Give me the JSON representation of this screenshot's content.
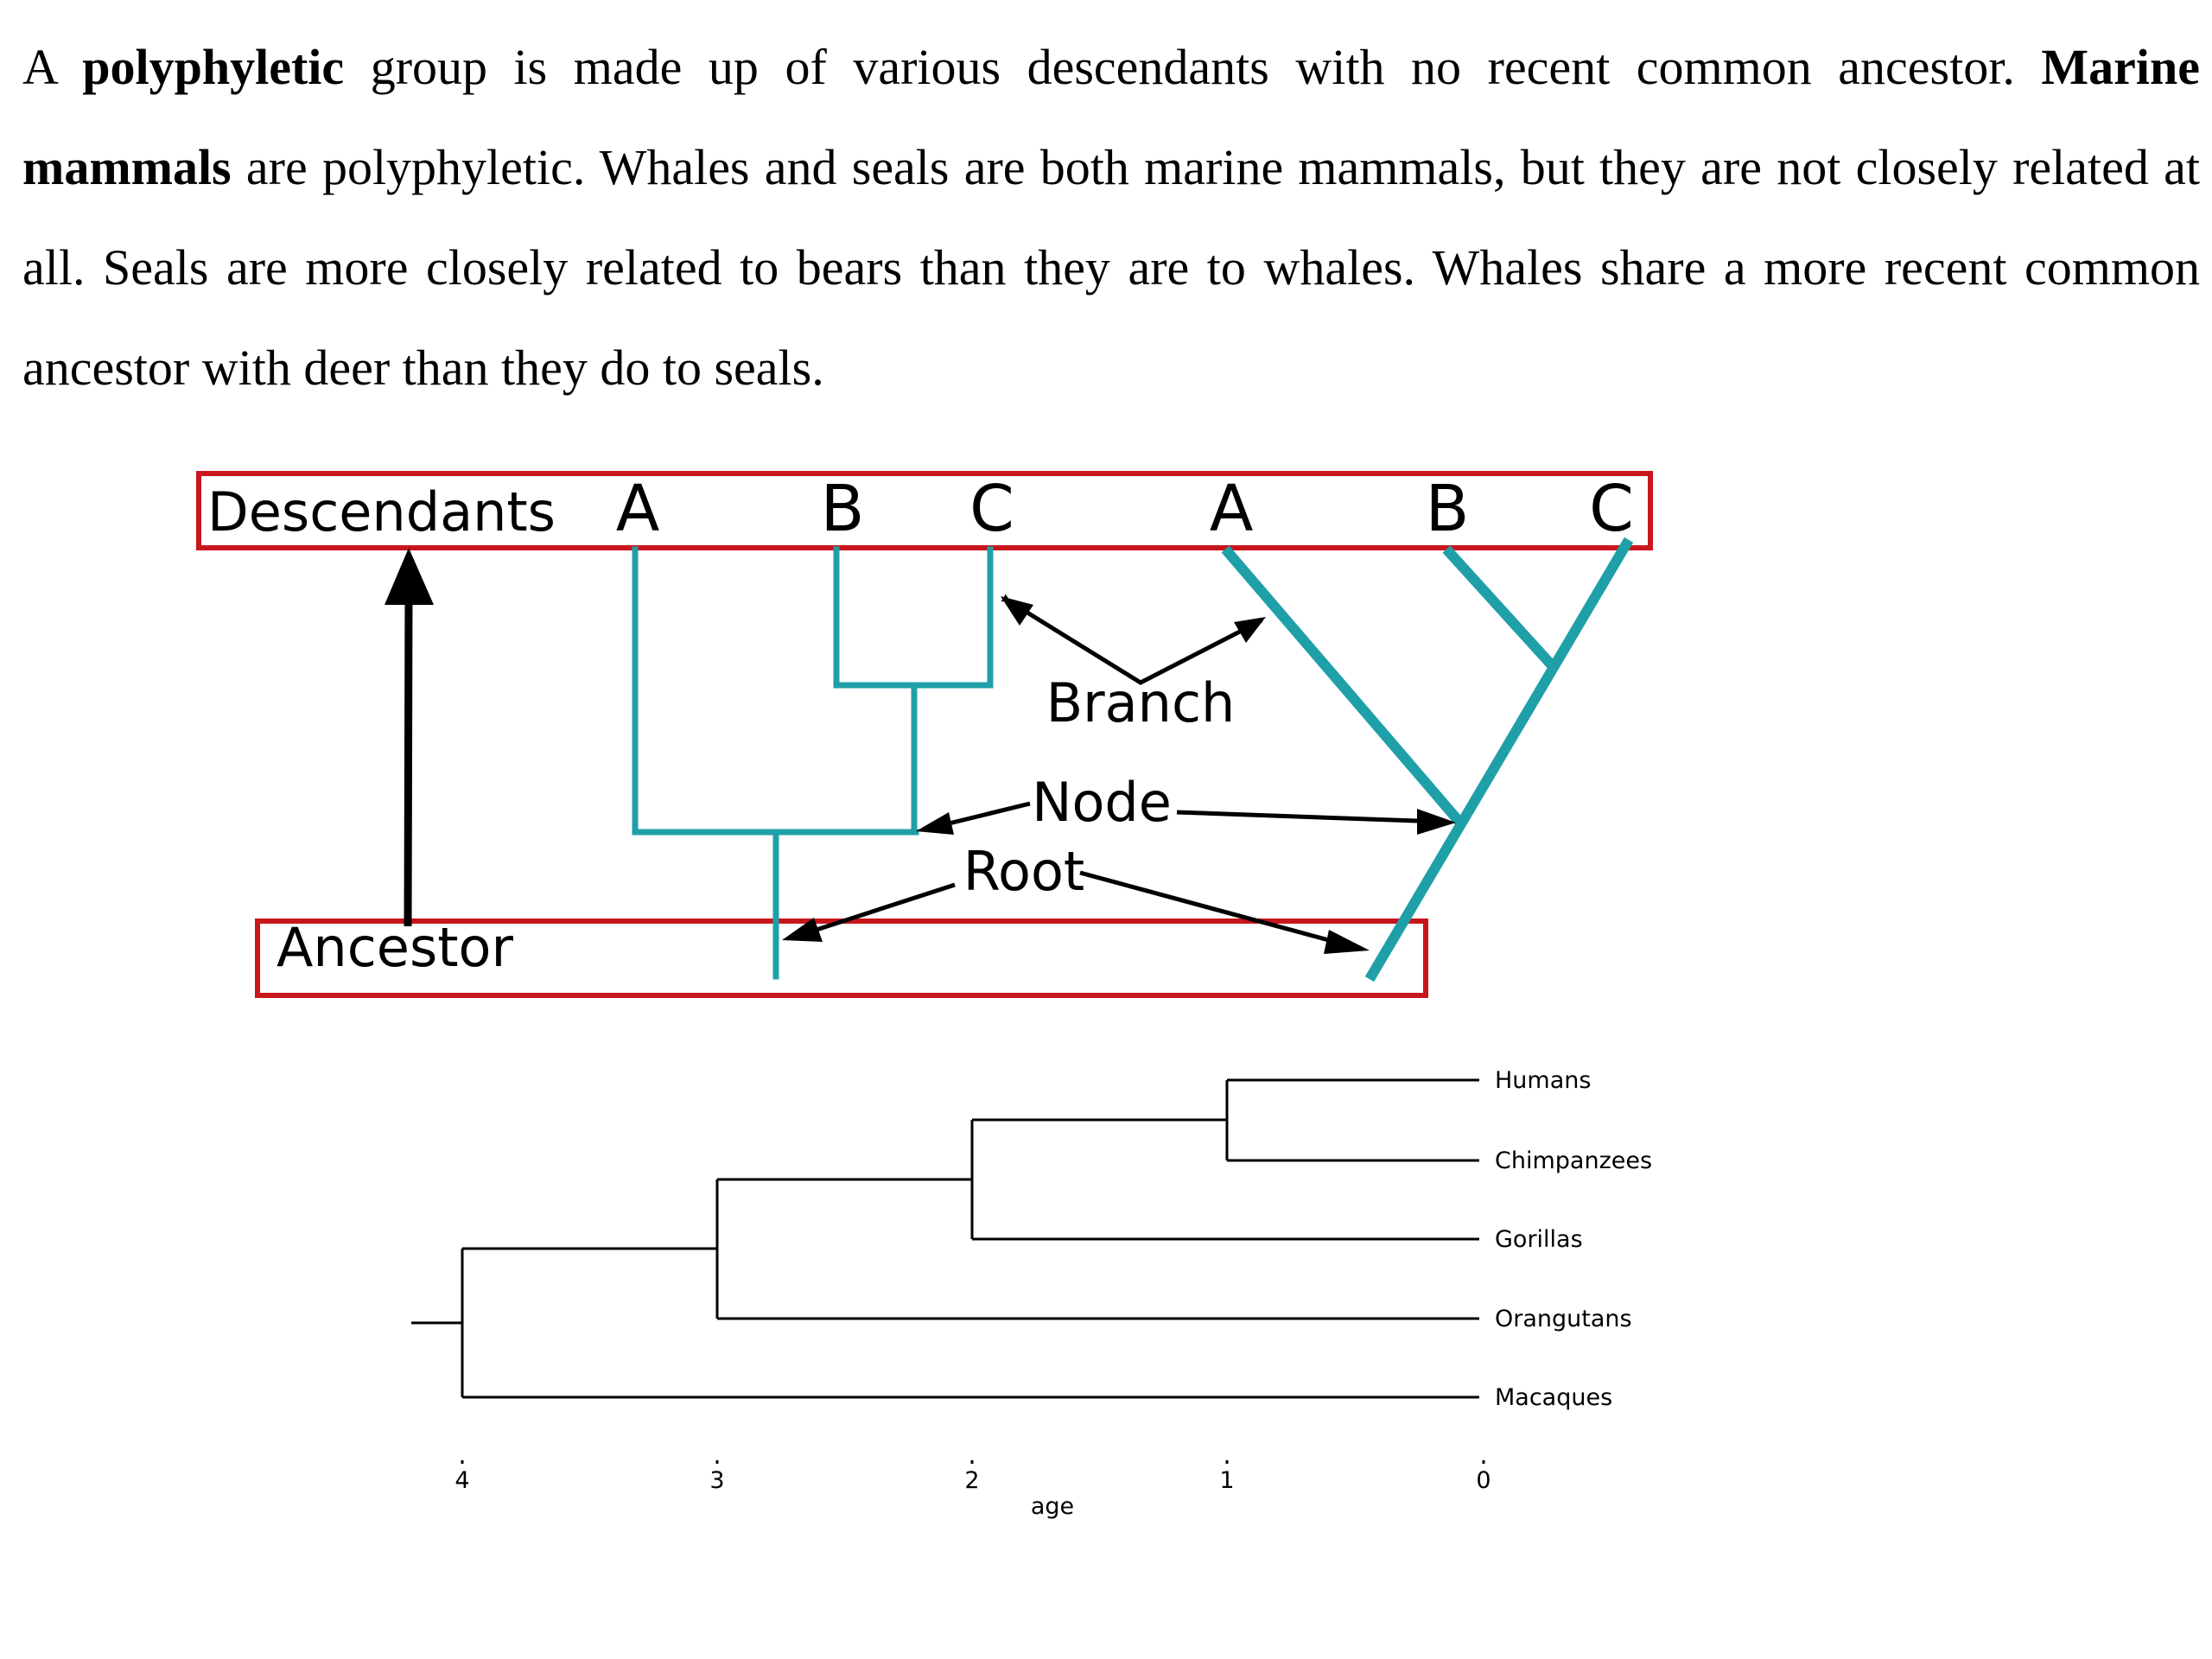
{
  "paragraph": {
    "p1": "A ",
    "term1": "polyphyletic",
    "p2": " group is made up of various descendants with no recent common ancestor. ",
    "term2": "Marine mammals",
    "p3": " are polyphyletic. Whales and seals are both marine mammals, but they are not closely related at all. Seals are more closely related to bears than they are to whales. Whales share a more recent common ancestor with deer than they do to seals."
  },
  "diagram": {
    "descendants_label": "Descendants",
    "ancestor_label": "Ancestor",
    "left_tips": [
      "A",
      "B",
      "C"
    ],
    "right_tips": [
      "A",
      "B",
      "C"
    ],
    "branch_label": "Branch",
    "node_label": "Node",
    "root_label": "Root",
    "colors": {
      "branch": "#1fa0a8",
      "box": "#c8161d"
    }
  },
  "dendrogram": {
    "taxa": [
      "Humans",
      "Chimpanzees",
      "Gorillas",
      "Orangutans",
      "Macaques"
    ],
    "ticks": [
      "4",
      "3",
      "2",
      "1",
      "0"
    ],
    "xlabel": "age"
  }
}
